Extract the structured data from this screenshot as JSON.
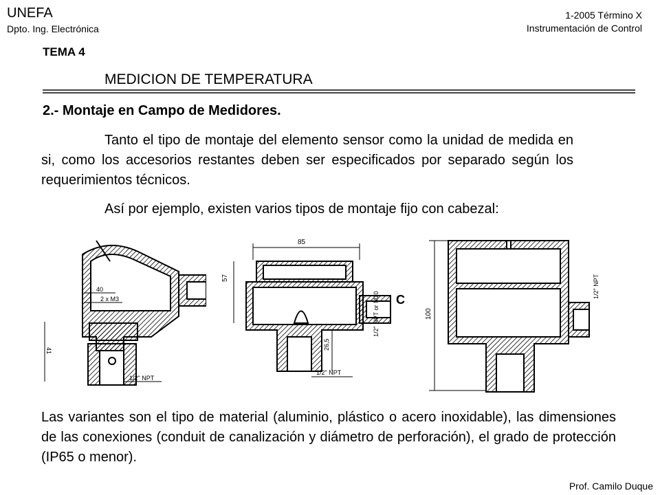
{
  "header": {
    "org": "UNEFA",
    "dept": "Dpto. Ing. Electrónica",
    "term": "1-2005 Término X",
    "course": "Instrumentación de Control"
  },
  "doc": {
    "tema": "TEMA 4",
    "chapter": "MEDICION DE TEMPERATURA",
    "section": "2.- Montaje en Campo de Medidores.",
    "paragraphs": [
      "Tanto el tipo de montaje del elemento sensor como la unidad de medida en si, como los accesorios restantes deben ser especificados por separado según los requerimientos técnicos.",
      "Así por ejemplo, existen varios tipos de montaje fijo con cabezal:",
      "Las variantes son el tipo de material (aluminio, plástico o acero inoxidable), las dimensiones de las conexiones (conduit de canalización y diámetro de perforación), el grado de protección (IP65 o menor)."
    ]
  },
  "figures": {
    "fig1": {
      "dim_a": "40",
      "dim_b": "2 x M3",
      "dim_c": "41",
      "thread": "1/2\" NPT"
    },
    "fig2": {
      "dim_a": "85",
      "dim_b": "57",
      "dim_c": "26,5",
      "conduit": "1/2\" NPT or M20",
      "label_c": "C",
      "thread": "1/2\" NPT"
    },
    "fig3": {
      "dim_a": "100",
      "thread": "1/2\" NPT"
    }
  },
  "footer": {
    "author": "Prof. Camilo Duque"
  }
}
